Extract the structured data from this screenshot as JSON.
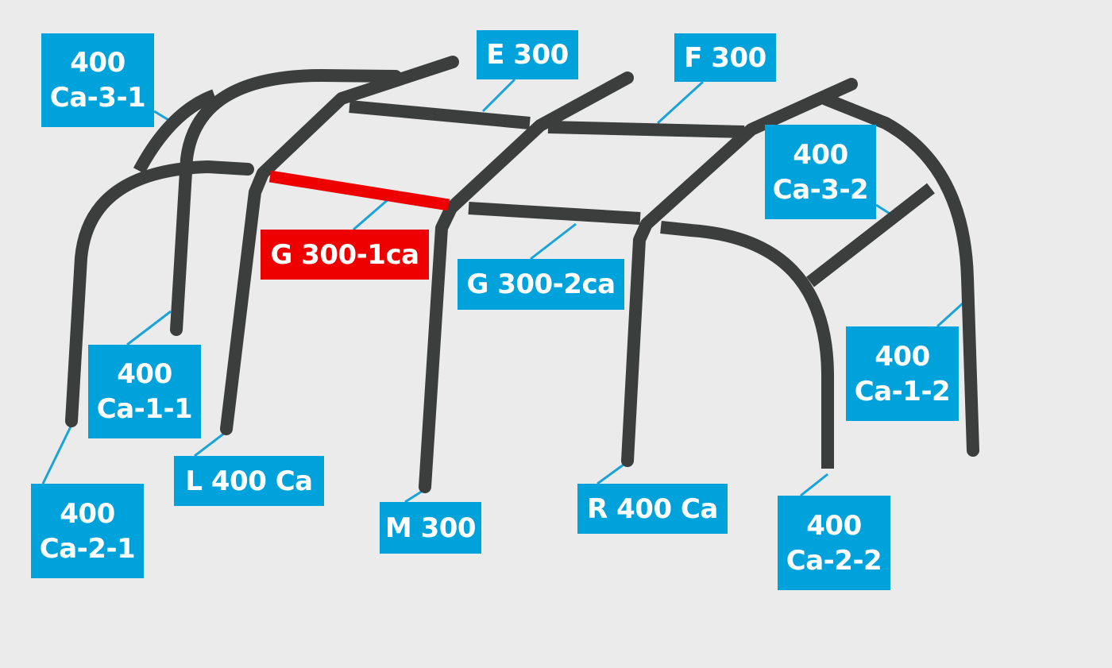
{
  "colors": {
    "background": "#ebebeb",
    "pole": "#3c3e3d",
    "label": "#00a2db",
    "highlight": "#ee0000",
    "leader": "#1aa3d8"
  },
  "labels": {
    "ca31": {
      "line1": "400",
      "line2": "Ca-3-1"
    },
    "e300": {
      "line1": "E 300"
    },
    "f300": {
      "line1": "F 300"
    },
    "ca32": {
      "line1": "400",
      "line2": "Ca-3-2"
    },
    "g1ca": {
      "line1": "G 300-1ca"
    },
    "g2ca": {
      "line1": "G 300-2ca"
    },
    "ca11": {
      "line1": "400",
      "line2": "Ca-1-1"
    },
    "ca12": {
      "line1": "400",
      "line2": "Ca-1-2"
    },
    "l400": {
      "line1": "L 400 Ca"
    },
    "m300": {
      "line1": "M 300"
    },
    "r400": {
      "line1": "R 400 Ca"
    },
    "ca21": {
      "line1": "400",
      "line2": "Ca-2-1"
    },
    "ca22": {
      "line1": "400",
      "line2": "Ca-2-2"
    }
  }
}
